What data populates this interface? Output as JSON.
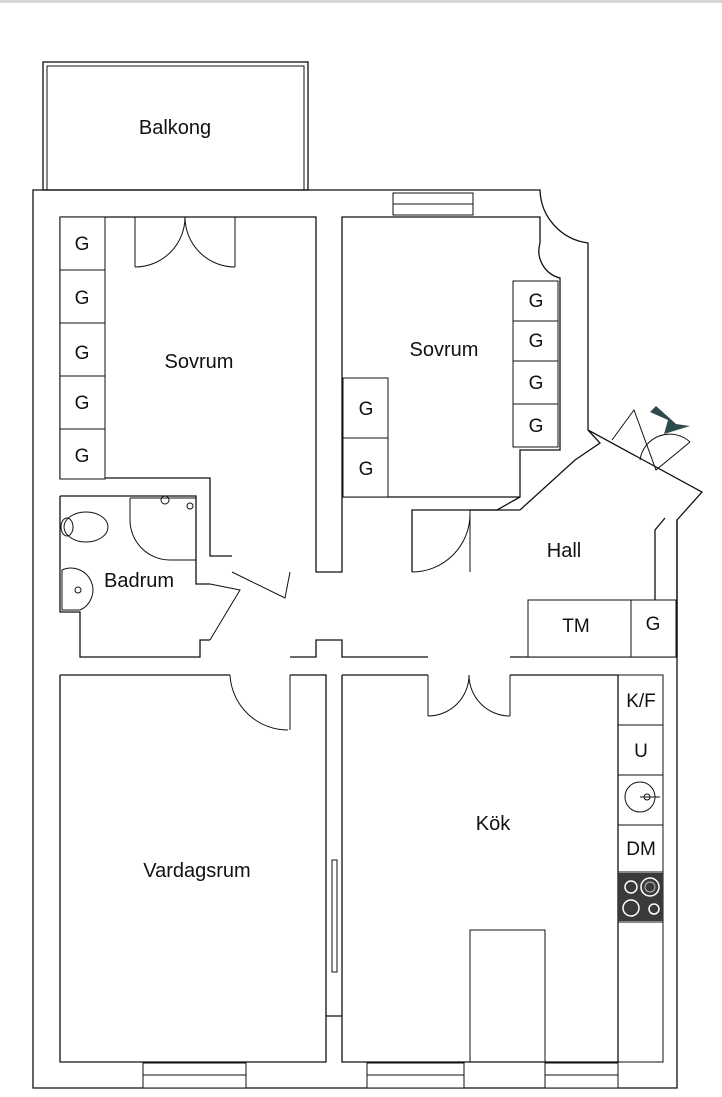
{
  "rooms": {
    "balkong": "Balkong",
    "sovrum_left": "Sovrum",
    "sovrum_right": "Sovrum",
    "badrum": "Badrum",
    "hall": "Hall",
    "vardagsrum": "Vardagsrum",
    "kok": "Kök"
  },
  "fixtures": {
    "wardrobe": "G",
    "tm": "TM",
    "fridge_freezer": "K/F",
    "oven": "U",
    "dishwasher": "DM"
  },
  "colors": {
    "wall": "#111111",
    "entrance_arrow": "#2f4a4a",
    "stove": "#3a3a3a"
  }
}
